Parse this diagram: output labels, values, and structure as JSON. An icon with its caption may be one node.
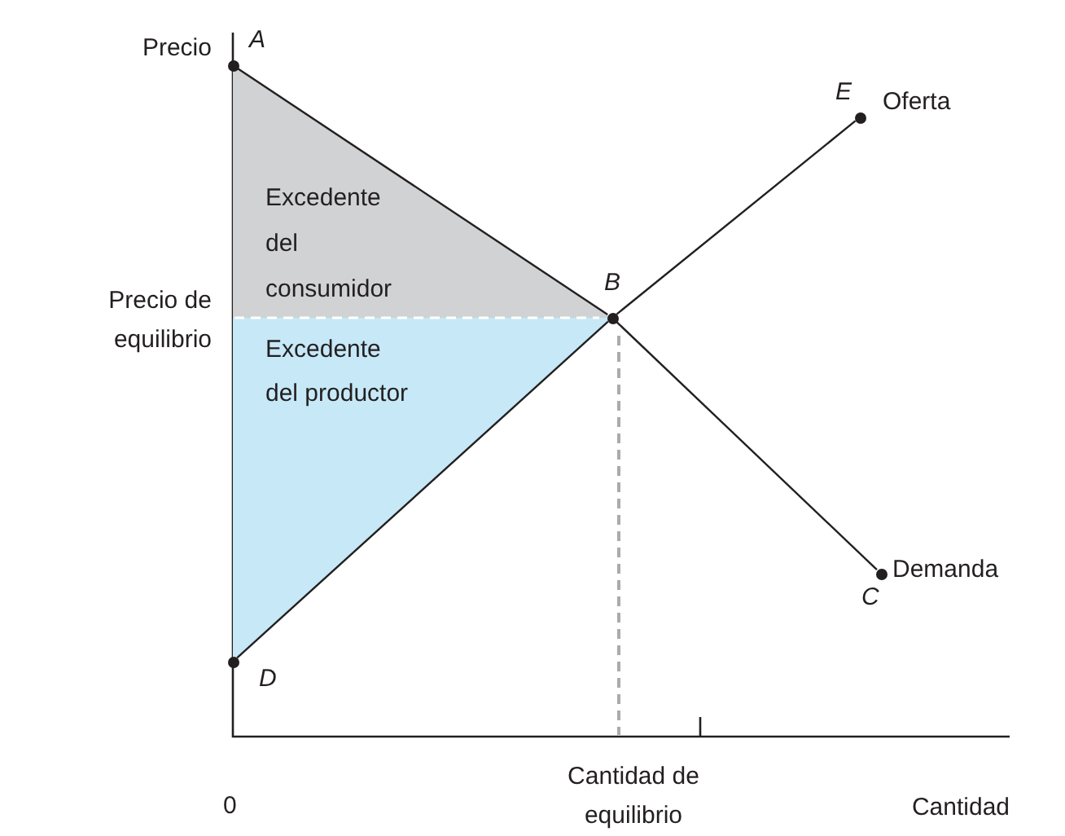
{
  "diagram": {
    "nodes": [
      {
        "text": [
          "Excedente del consumidor"
        ]
      },
      {
        "text": [
          "Excedente del productor"
        ]
      },
      {
        "text": [
          "A"
        ]
      },
      {
        "text": [
          "B"
        ]
      },
      {
        "text": [
          "C"
        ],
        "beside": [
          "Demanda"
        ]
      },
      {
        "text": [
          "D"
        ]
      },
      {
        "text": [
          "E"
        ],
        "beside": [
          "Oferta"
        ]
      }
    ],
    "edges": [
      {
        "from": 2,
        "to": 3,
        "arrow": "none"
      },
      {
        "from": 3,
        "to": 4,
        "arrow": "none"
      },
      {
        "from": 5,
        "to": 3,
        "arrow": "none"
      },
      {
        "from": 3,
        "to": 6,
        "arrow": "none"
      }
    ],
    "labels": [
      "Precio",
      "Precio de equilibrio",
      "0",
      "Cantidad de equilibrio",
      "Cantidad"
    ]
  }
}
